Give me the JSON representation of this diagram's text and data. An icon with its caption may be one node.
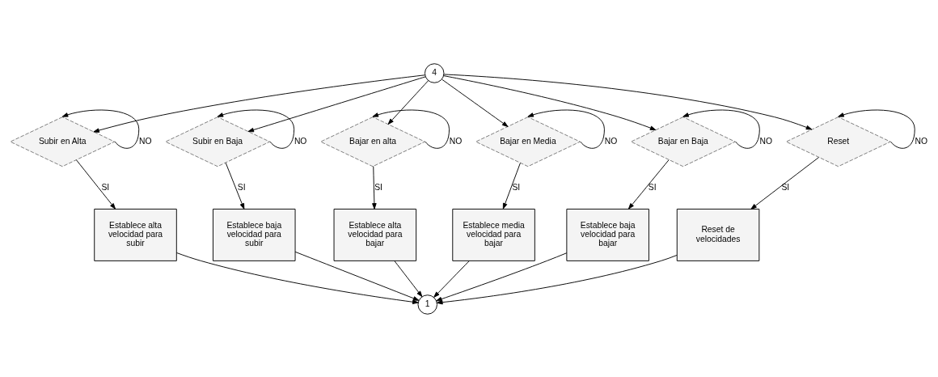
{
  "diagram": {
    "nodes": [
      {
        "text": [
          "4"
        ]
      },
      {
        "text": [
          "Subir en Alta"
        ]
      },
      {
        "text": [
          "Subir en Baja"
        ]
      },
      {
        "text": [
          "Bajar en alta"
        ]
      },
      {
        "text": [
          "Bajar en Media"
        ]
      },
      {
        "text": [
          "Bajar en Baja"
        ]
      },
      {
        "text": [
          "Reset"
        ]
      },
      {
        "text": [
          "Establece alta velocidad para subir"
        ]
      },
      {
        "text": [
          "Establece baja velocidad para subir"
        ]
      },
      {
        "text": [
          "Establece alta velocidad para bajar"
        ]
      },
      {
        "text": [
          "Establece media velocidad para bajar"
        ]
      },
      {
        "text": [
          "Establece baja velocidad para bajar"
        ]
      },
      {
        "text": [
          "Reset de velocidades"
        ]
      },
      {
        "text": [
          "1"
        ]
      }
    ],
    "edges": [
      {
        "from": 0,
        "to": 1,
        "arrow": "to"
      },
      {
        "from": 0,
        "to": 2,
        "arrow": "to"
      },
      {
        "from": 0,
        "to": 3,
        "arrow": "to"
      },
      {
        "from": 0,
        "to": 4,
        "arrow": "to"
      },
      {
        "from": 0,
        "to": 5,
        "arrow": "to"
      },
      {
        "from": 0,
        "to": 6,
        "arrow": "to"
      },
      {
        "from": 1,
        "to": 1,
        "arrow": "to",
        "label": "NO"
      },
      {
        "from": 2,
        "to": 2,
        "arrow": "to",
        "label": "NO"
      },
      {
        "from": 3,
        "to": 3,
        "arrow": "to",
        "label": "NO"
      },
      {
        "from": 4,
        "to": 4,
        "arrow": "to",
        "label": "NO"
      },
      {
        "from": 5,
        "to": 5,
        "arrow": "to",
        "label": "NO"
      },
      {
        "from": 6,
        "to": 6,
        "arrow": "to",
        "label": "NO"
      },
      {
        "from": 1,
        "to": 7,
        "arrow": "to",
        "label": "SI"
      },
      {
        "from": 2,
        "to": 8,
        "arrow": "to",
        "label": "SI"
      },
      {
        "from": 3,
        "to": 9,
        "arrow": "to",
        "label": "SI"
      },
      {
        "from": 4,
        "to": 10,
        "arrow": "to",
        "label": "SI"
      },
      {
        "from": 5,
        "to": 11,
        "arrow": "to",
        "label": "SI"
      },
      {
        "from": 6,
        "to": 12,
        "arrow": "to",
        "label": "SI"
      },
      {
        "from": 7,
        "to": 13,
        "arrow": "to"
      },
      {
        "from": 8,
        "to": 13,
        "arrow": "to"
      },
      {
        "from": 9,
        "to": 13,
        "arrow": "to"
      },
      {
        "from": 10,
        "to": 13,
        "arrow": "to"
      },
      {
        "from": 11,
        "to": 13,
        "arrow": "to"
      },
      {
        "from": 12,
        "to": 13,
        "arrow": "to"
      }
    ]
  }
}
